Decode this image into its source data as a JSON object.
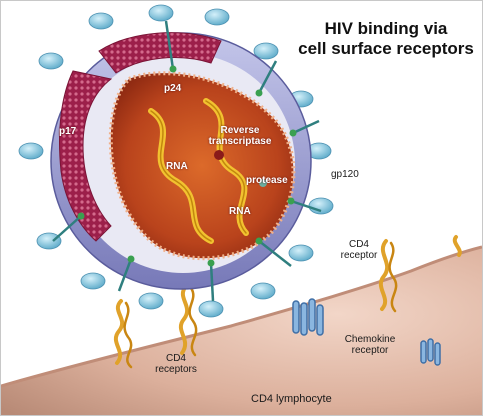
{
  "title_line1": "HIV binding via",
  "title_line2": "cell surface receptors",
  "labels": {
    "p24": "p24",
    "p17": "p17",
    "reverse_transcriptase_line1": "Reverse",
    "reverse_transcriptase_line2": "transcriptase",
    "rna_1": "RNA",
    "rna_2": "RNA",
    "protease": "protease",
    "gp120": "gp120",
    "cd4_receptor_line1": "CD4",
    "cd4_receptor_line2": "receptor",
    "chemokine_receptor_line1": "Chemokine",
    "chemokine_receptor_line2": "receptor",
    "cd4_receptors_line1": "CD4",
    "cd4_receptors_line2": "receptors",
    "cd4_lymphocyte": "CD4 lymphocyte"
  },
  "colors": {
    "virus_envelope": "#8f8ec9",
    "capsid_outer": "#a3204a",
    "core_fill": "#b4441c",
    "rna_strand": "#f2c230",
    "knob": "#7fc6de",
    "cell_membrane": "#d9b2a0",
    "cd4_protein": "#e0a22a"
  }
}
